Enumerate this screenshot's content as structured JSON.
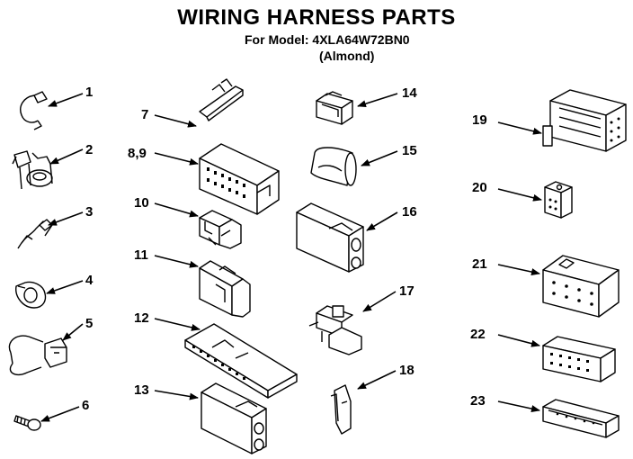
{
  "header": {
    "title": "WIRING HARNESS PARTS",
    "model_line": "For Model: 4XLA64W72BN0",
    "color_line": "(Almond)"
  },
  "callouts": [
    "1",
    "2",
    "3",
    "4",
    "5",
    "6",
    "7",
    "8,9",
    "10",
    "11",
    "12",
    "13",
    "14",
    "15",
    "16",
    "17",
    "18",
    "19",
    "20",
    "21",
    "22",
    "23"
  ]
}
